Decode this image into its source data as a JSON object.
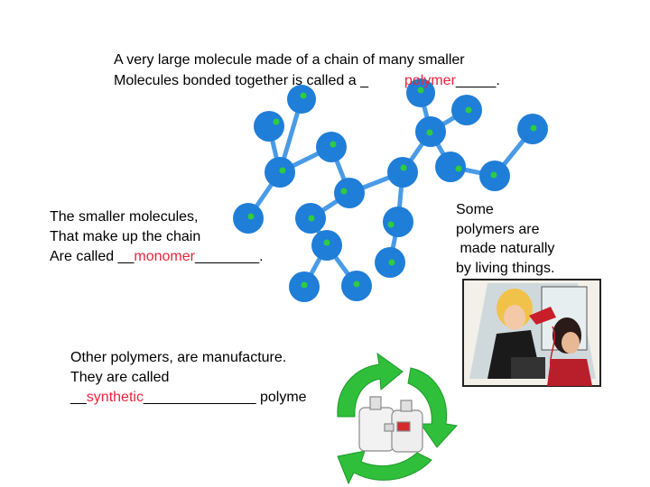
{
  "question1": {
    "line1": "A very large molecule made of a chain of many smaller",
    "line2_prefix": "Molecules bonded together is called a _",
    "line2_gap": "         ",
    "answer": "polymer",
    "line2_suffix": "_____."
  },
  "question2": {
    "line1": "The smaller molecules,",
    "line2": "That make up the chain",
    "line3_prefix": "Are called __",
    "answer": "monomer",
    "line3_suffix": "________."
  },
  "question3": {
    "line1": "Other polymers, are manufacture.",
    "line2": "They are called",
    "line3_prefix": "__",
    "answer": "synthetic",
    "line3_suffix": "______________ polyme"
  },
  "natural_note": {
    "line1": "Some",
    "line2": "polymers are",
    "line3": " made naturally",
    "line4": "by living things."
  },
  "colors": {
    "answer": "#e8243c",
    "node": "#1f7ed8",
    "node_dot": "#2ecc40",
    "recycle_arrow": "#2fbf3a"
  },
  "images": {
    "polymer_chain": "molecule-chain-illustration",
    "salon": "hair-salon-illustration",
    "recycle": "recycle-arrows-with-plastic-bottles"
  }
}
